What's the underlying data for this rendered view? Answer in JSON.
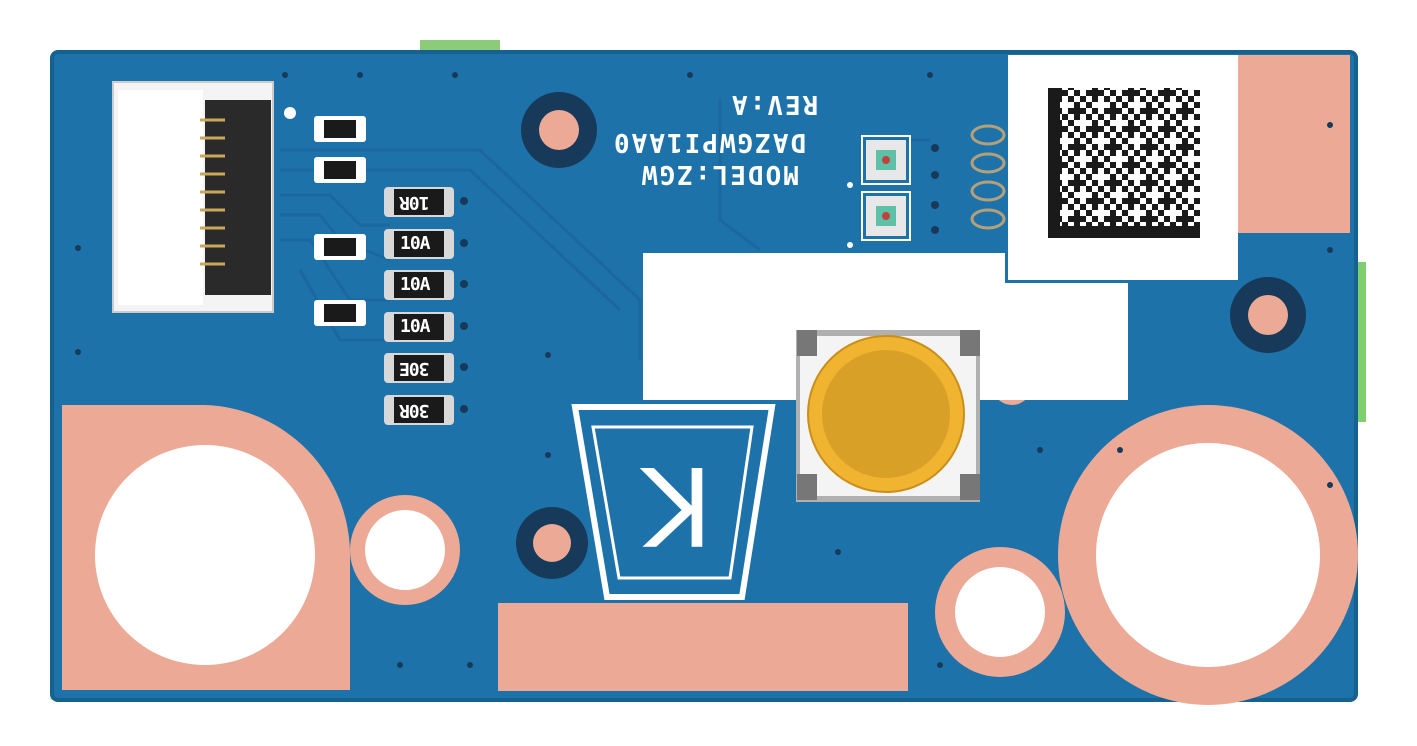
{
  "board": {
    "silkscreen_lines": [
      "MODEL:ZGW",
      "DAZGWPI1AA0",
      "REV:A"
    ],
    "resistor_labels": [
      "10R",
      "10A",
      "10A",
      "10A",
      "30E",
      "30R"
    ],
    "k_logo": "K",
    "colors": {
      "pcb": "#1e72aa",
      "copper": "#eba996",
      "silkscreen": "#ffffff",
      "switch_cap": "#e0a92a",
      "connector": "#f4f4f4"
    }
  }
}
